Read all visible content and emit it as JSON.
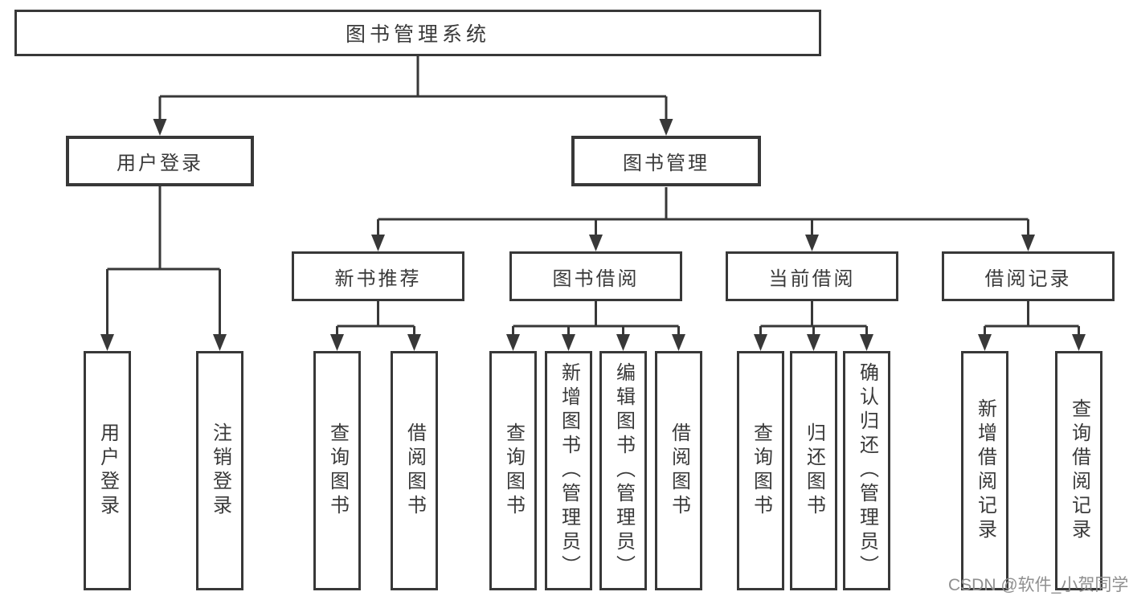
{
  "diagram": {
    "type": "hierarchy-tree",
    "nodes": {
      "root": "图书管理系统",
      "user_login": "用户登录",
      "book_mgmt": "图书管理",
      "new_books": "新书推荐",
      "book_borrow": "图书借阅",
      "current_borrow": "当前借阅",
      "borrow_records": "借阅记录",
      "leaf_user_login": "用户登录",
      "leaf_logout": "注销登录",
      "leaf_nb_query": "查询图书",
      "leaf_nb_borrow": "借阅图书",
      "leaf_bb_query": "查询图书",
      "leaf_bb_add": "新增图书（管理员）",
      "leaf_bb_edit": "编辑图书（管理员）",
      "leaf_bb_borrow": "借阅图书",
      "leaf_cb_query": "查询图书",
      "leaf_cb_return": "归还图书",
      "leaf_cb_confirm": "确认归还（管理员）",
      "leaf_br_add": "新增借阅记录",
      "leaf_br_query": "查询借阅记录"
    },
    "hierarchy": {
      "图书管理系统": [
        "用户登录",
        "图书管理"
      ],
      "用户登录": [
        "用户登录",
        "注销登录"
      ],
      "图书管理": [
        "新书推荐",
        "图书借阅",
        "当前借阅",
        "借阅记录"
      ],
      "新书推荐": [
        "查询图书",
        "借阅图书"
      ],
      "图书借阅": [
        "查询图书",
        "新增图书（管理员）",
        "编辑图书（管理员）",
        "借阅图书"
      ],
      "当前借阅": [
        "查询图书",
        "归还图书",
        "确认归还（管理员）"
      ],
      "借阅记录": [
        "新增借阅记录",
        "查询借阅记录"
      ]
    },
    "colors": {
      "line": "#383838",
      "text": "#3a3a3a",
      "background": "#ffffff",
      "watermark": "#8f8f8f"
    },
    "watermark": "CSDN @软件_小贺同学"
  }
}
